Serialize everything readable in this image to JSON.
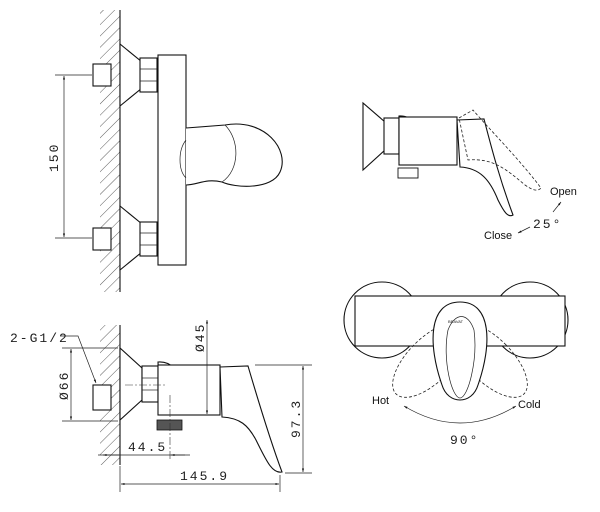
{
  "front_view": {
    "height_dim": "150"
  },
  "side_view": {
    "thread_label": "2-G1/2",
    "flange_dia": "Ø66",
    "body_dia": "Ø45",
    "height_dim": "97.3",
    "offset_dim": "44.5",
    "depth_dim": "145.9"
  },
  "lever_view": {
    "open_label": "Open",
    "close_label": "Close",
    "angle_label": "25°"
  },
  "top_view": {
    "hot_label": "Hot",
    "cold_label": "Cold",
    "angle_label": "90°",
    "logo_text": "BRAVAT"
  }
}
